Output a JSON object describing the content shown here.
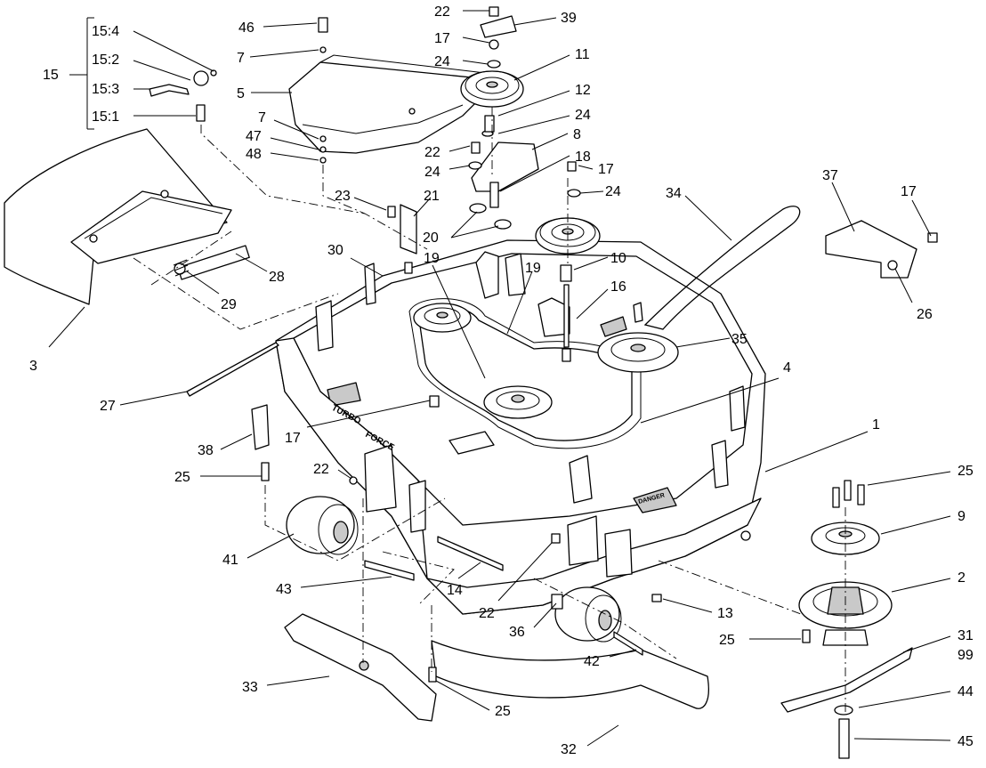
{
  "callouts": {
    "c15_4": "15:4",
    "c15_2": "15:2",
    "c15_3": "15:3",
    "c15_1": "15:1",
    "c15": "15",
    "c46": "46",
    "c7a": "7",
    "c5": "5",
    "c7b": "7",
    "c47": "47",
    "c48": "48",
    "c22a": "22",
    "c39": "39",
    "c17a": "17",
    "c24a": "24",
    "c11": "11",
    "c12": "12",
    "c24b": "24",
    "c22b": "22",
    "c8": "8",
    "c24c": "24",
    "c18": "18",
    "c23": "23",
    "c21": "21",
    "c20": "20",
    "c17b": "17",
    "c24d": "24",
    "c34": "34",
    "c37": "37",
    "c17c": "17",
    "c26": "26",
    "c10": "10",
    "c16": "16",
    "c35": "35",
    "c19a": "19",
    "c19b": "19",
    "c30": "30",
    "c28": "28",
    "c29": "29",
    "c3": "3",
    "c27": "27",
    "c4": "4",
    "c1": "1",
    "c38": "38",
    "c17d": "17",
    "c25a": "25",
    "c22c": "22",
    "c25b": "25",
    "c9": "9",
    "c2": "2",
    "c41": "41",
    "c43": "43",
    "c14": "14",
    "c22d": "22",
    "c13": "13",
    "c36": "36",
    "c42": "42",
    "c25c": "25",
    "c31": "31",
    "c99": "99",
    "c44": "44",
    "c45": "45",
    "c33": "33",
    "c25d": "25",
    "c32": "32"
  },
  "deck_labels": {
    "turbo": "TURBO",
    "force": "FORCE",
    "danger": "DANGER"
  }
}
